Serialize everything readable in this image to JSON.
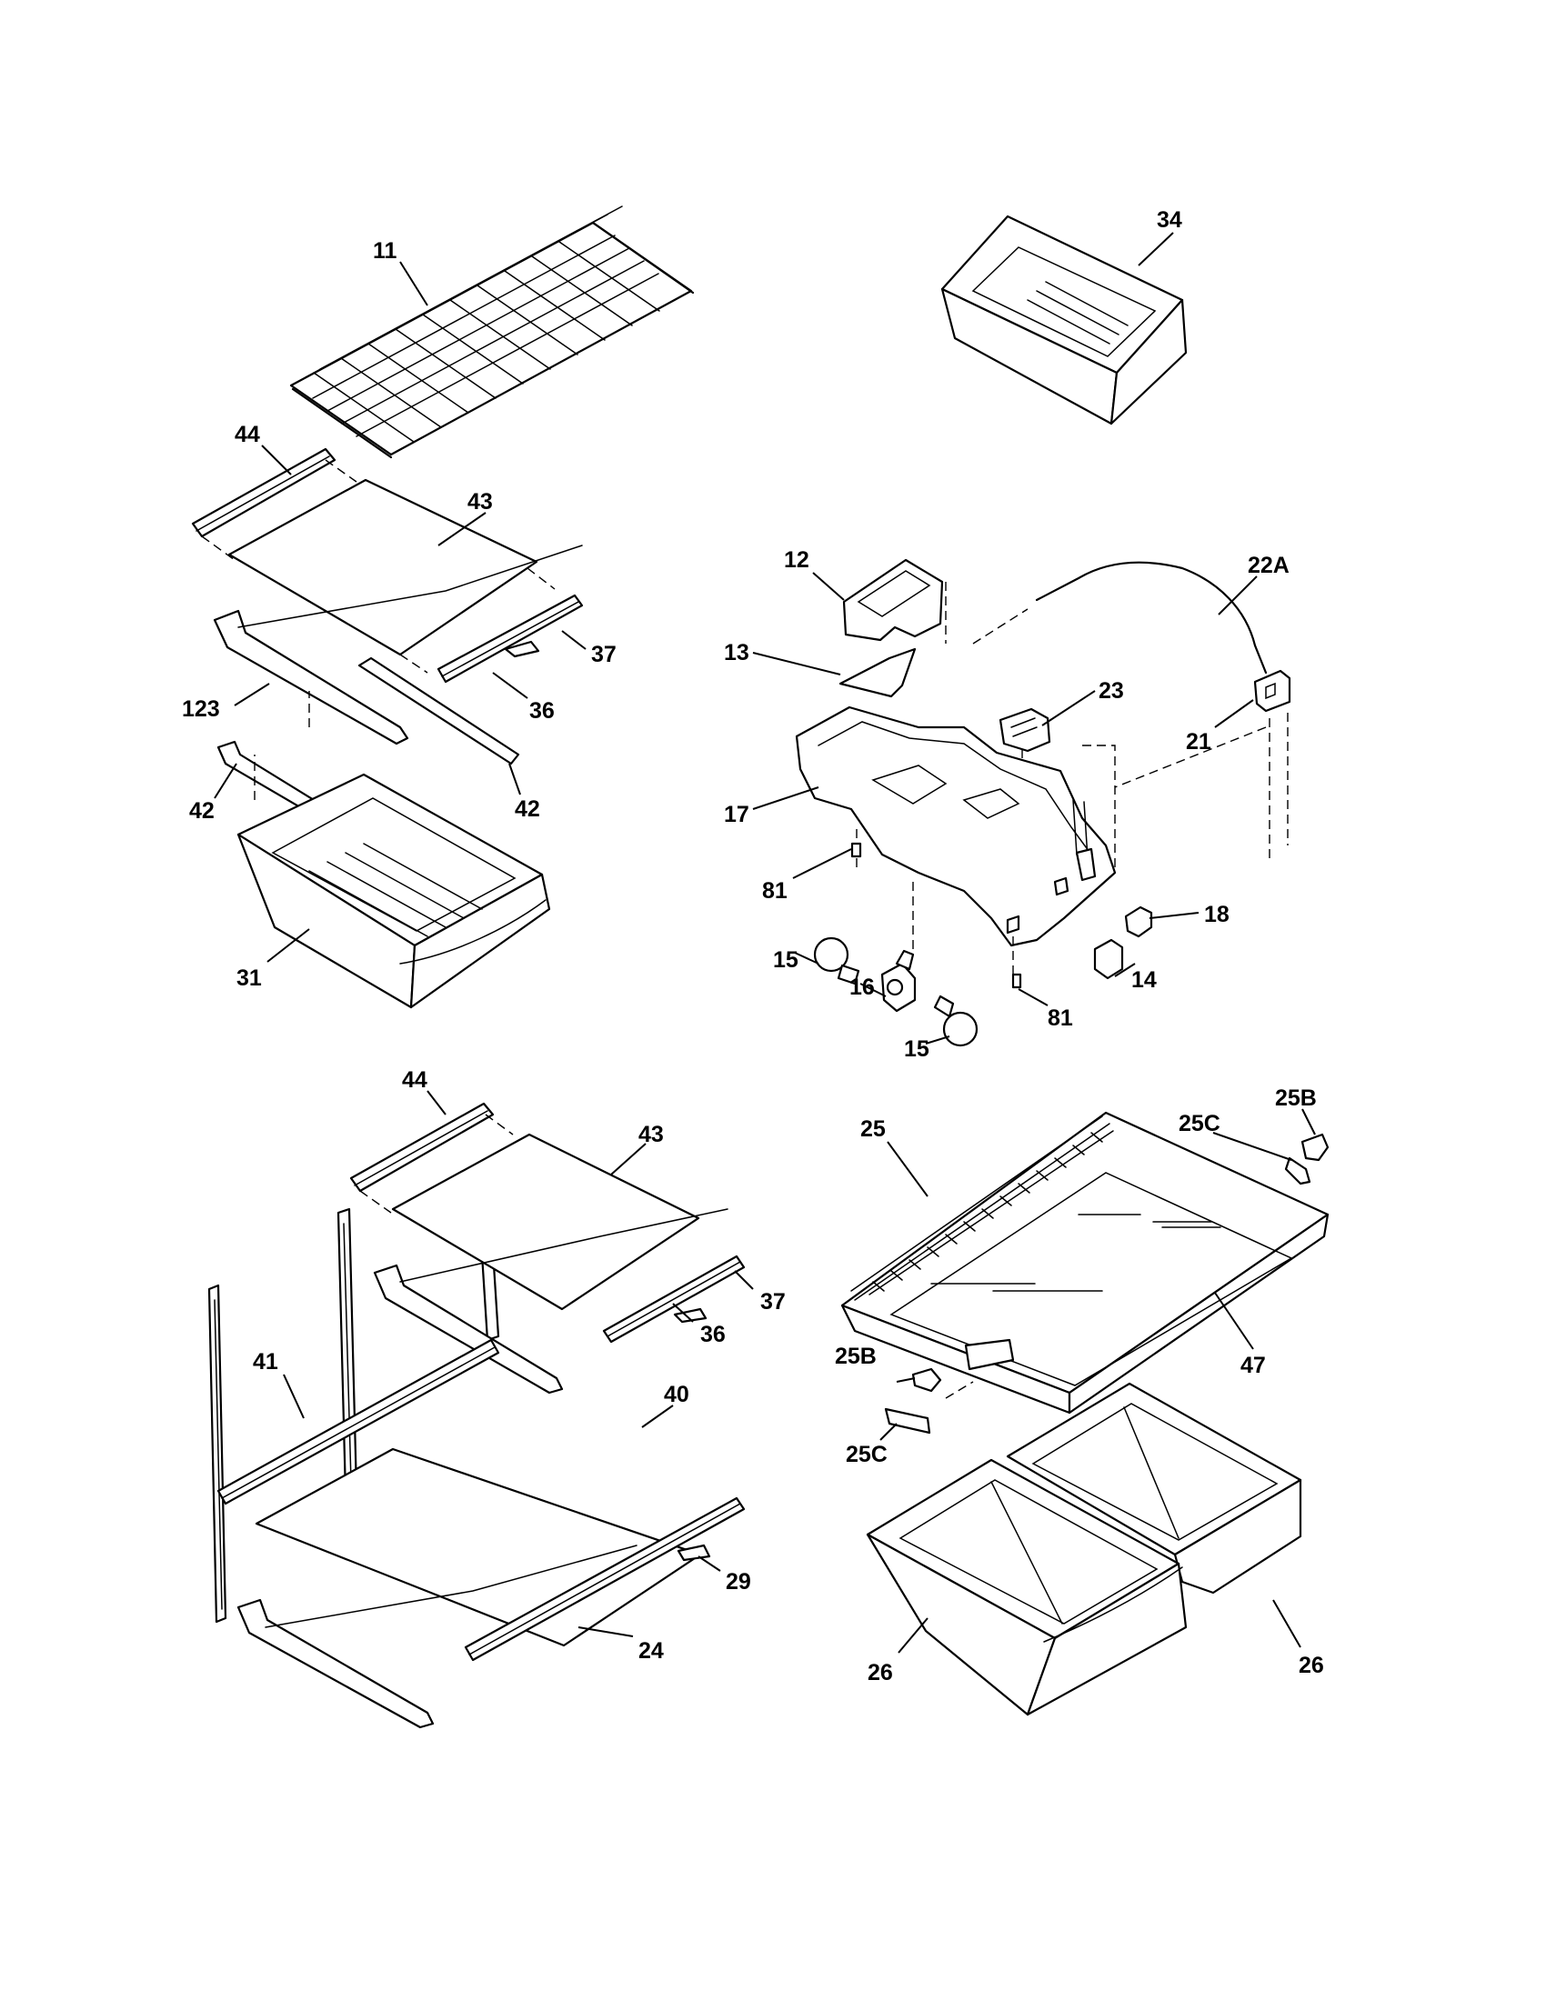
{
  "callouts": {
    "c11": "11",
    "c34": "34",
    "c44a": "44",
    "c43a": "43",
    "c37a": "37",
    "c36a": "36",
    "c123": "123",
    "c42a": "42",
    "c42b": "42",
    "c31": "31",
    "c12": "12",
    "c22a": "22A",
    "c13": "13",
    "c23": "23",
    "c21": "21",
    "c17": "17",
    "c81a": "81",
    "c18": "18",
    "c15a": "15",
    "c16": "16",
    "c15b": "15",
    "c81b": "81",
    "c14": "14",
    "c44b": "44",
    "c43b": "43",
    "c37b": "37",
    "c36b": "36",
    "c41": "41",
    "c40": "40",
    "c29": "29",
    "c24": "24",
    "c25": "25",
    "c25c_top": "25C",
    "c25b_top": "25B",
    "c47": "47",
    "c25b_bot": "25B",
    "c25c_bot": "25C",
    "c26a": "26",
    "c26b": "26"
  }
}
